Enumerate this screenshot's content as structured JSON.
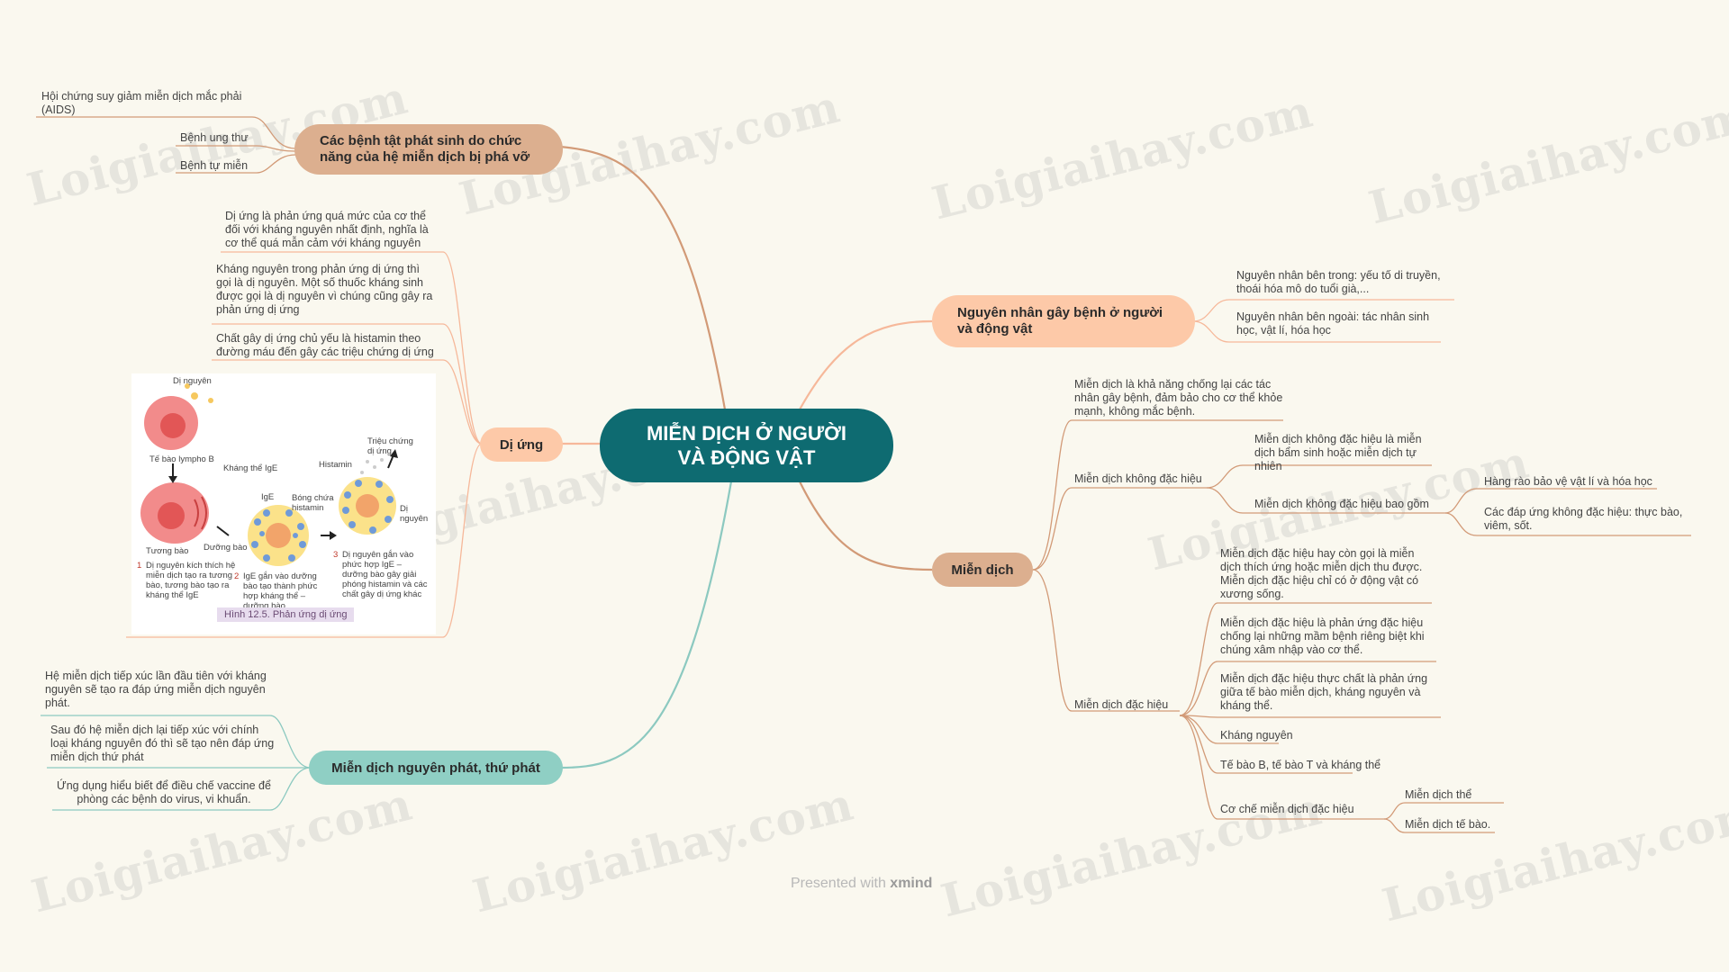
{
  "watermark": "Loigiaihay.com",
  "colors": {
    "background": "#faf8ef",
    "center": "#0e6b71",
    "node_peach": "#fdc9a8",
    "node_tan": "#dcaf8f",
    "node_teal": "#8fcfc4",
    "line_peach": "#f6b89a",
    "line_tan": "#d29a77",
    "line_teal": "#8cc9c0"
  },
  "center": {
    "title_line1": "MIỄN DỊCH Ở NGƯỜI",
    "title_line2": "VÀ ĐỘNG VẬT"
  },
  "branches": {
    "diseases": {
      "label_line1": "Các bệnh tật phát sinh do chức",
      "label_line2": "năng của hệ miễn dịch bị phá vỡ",
      "items": [
        "Hội chứng suy giảm miễn dịch mắc phải (AIDS)",
        "Bệnh ung thư",
        "Bệnh tự miễn"
      ]
    },
    "allergy": {
      "label": "Dị ứng",
      "items": [
        "Dị ứng là phản ứng quá mức của cơ thể đối với kháng nguyên nhất định, nghĩa là cơ thể quá mẫn cảm với kháng nguyên",
        "Kháng nguyên trong phản ứng dị ứng thì gọi là dị nguyên. Một số thuốc kháng sinh được gọi là dị nguyên vì chúng cũng gây ra phản ứng dị ứng",
        "Chất gây dị ứng chủ yếu là histamin theo đường máu đến gây các triệu chứng dị ứng"
      ],
      "figure": {
        "caption": "Hình 12.5. Phản ứng dị ứng",
        "labels": {
          "di_nguyen": "Dị nguyên",
          "lympho": "Tế bào lympho B",
          "khang_the": "Kháng thể IgE",
          "histamin": "Histamin",
          "trieu_chung": "Triệu chứng dị ứng",
          "ige": "IgE",
          "bong_chua": "Bóng chứa histamin",
          "di_nguyen2": "Dị nguyên",
          "tuong_bao": "Tương bào",
          "duong_bao": "Dưỡng bào",
          "step1": "Dị nguyên kích thích hệ miễn dịch tạo ra tương bào, tương bào tạo ra kháng thể IgE",
          "step2": "IgE gắn vào dưỡng bào tạo thành phức hợp kháng thể – dưỡng bào",
          "step3": "Dị nguyên gắn vào phức hợp IgE – dưỡng bào gây giải phóng histamin và các chất gây dị ứng khác",
          "n1": "1",
          "n2": "2",
          "n3": "3"
        }
      }
    },
    "primary": {
      "label": "Miễn dịch nguyên phát, thứ phát",
      "items": [
        "Hệ miễn dịch tiếp xúc lần đầu tiên với kháng nguyên sẽ tạo ra đáp ứng miễn dịch nguyên phát.",
        "Sau đó hệ miễn dịch lại tiếp xúc với chính loại kháng nguyên đó thì sẽ tạo nên đáp ứng miễn dịch thứ phát",
        "Ứng dụng hiểu biết để điều chế vaccine để phòng các bệnh do virus, vi khuẩn."
      ]
    },
    "causes": {
      "label_line1": "Nguyên nhân gây bệnh ở người",
      "label_line2": "và động vật",
      "items": [
        "Nguyên nhân bên trong: yếu tố di truyền, thoái hóa mô do tuổi già,...",
        "Nguyên nhân bên ngoài: tác nhân sinh học, vật lí, hóa học"
      ]
    },
    "immunity": {
      "label": "Miễn dịch",
      "definition": "Miễn dịch là khả năng chống lại các tác nhân gây bệnh, đảm bảo cho cơ thể khỏe mạnh, không mắc bệnh.",
      "nonspecific": {
        "label": "Miễn dịch không đặc hiệu",
        "item1": "Miễn dịch không đặc hiệu là miễn dịch bẩm sinh hoặc miễn dịch tự nhiên",
        "item2": "Miễn dịch không đặc hiệu bao gồm",
        "sub": [
          "Hàng rào bảo vệ vật lí và hóa học",
          "Các đáp ứng không đặc hiệu: thực bào, viêm, sốt."
        ]
      },
      "specific": {
        "label": "Miễn dịch đặc hiệu",
        "items": [
          "Miễn dịch đặc hiệu hay còn gọi là miễn dịch thích ứng hoặc miễn dịch thu được. Miễn dịch đặc hiệu chỉ có ở động vật có xương sống.",
          "Miễn dịch đặc hiệu là phản ứng đặc hiệu chống lại những mầm bệnh riêng biệt khi chúng xâm nhập vào cơ thể.",
          "Miễn dịch đặc hiệu thực chất là phản ứng giữa tế bào miễn dịch, kháng nguyên và kháng thể.",
          "Kháng nguyên",
          "Tế bào B, tế bào T và kháng thể"
        ],
        "mechanism": {
          "label": "Cơ chế miễn dịch đặc hiệu",
          "sub": [
            "Miễn dịch thể",
            "Miễn dịch tế bào."
          ]
        }
      }
    }
  },
  "footer": {
    "presented": "Presented with",
    "brand": "xmind"
  }
}
